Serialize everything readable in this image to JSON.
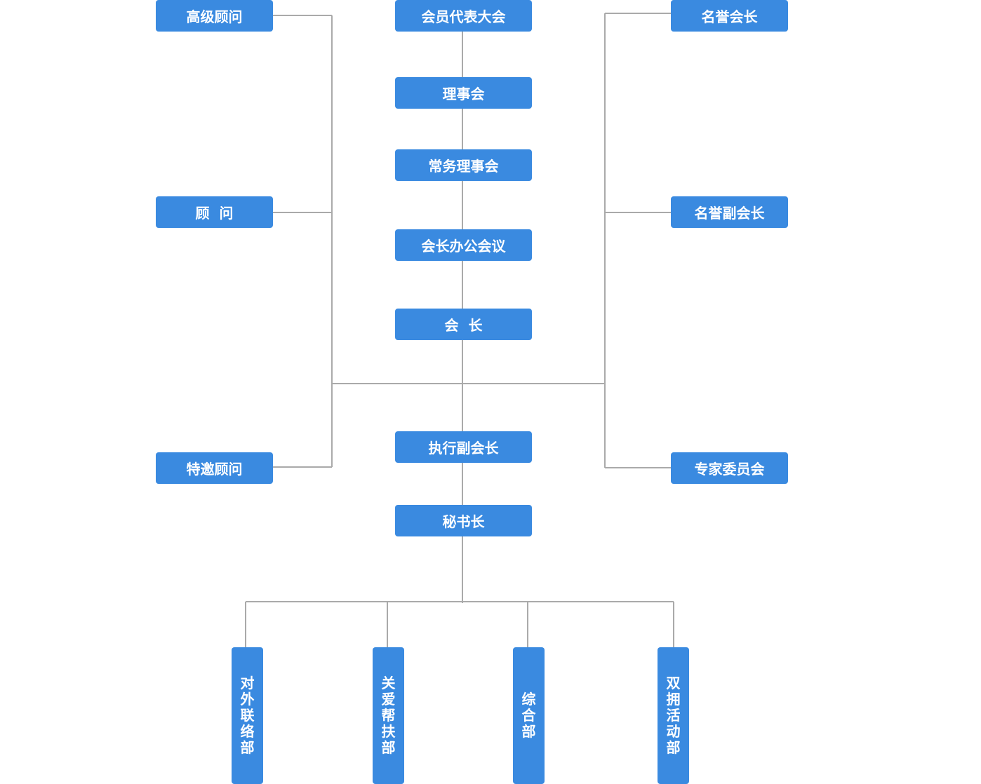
{
  "colors": {
    "node_fill": "#3a8ae0",
    "node_text": "#ffffff",
    "connector": "#aaaaaa",
    "background": "#ffffff"
  },
  "chain": {
    "assembly": "会员代表大会",
    "council": "理事会",
    "standing_council": "常务理事会",
    "president_office_meeting": "会长办公会议",
    "president": "会  长",
    "executive_vice_president": "执行副会长",
    "secretary_general": "秘书长"
  },
  "left": {
    "senior_advisor": "高级顾问",
    "advisor": "顾  问",
    "special_advisor": "特邀顾问"
  },
  "right": {
    "honorary_president": "名誉会长",
    "honorary_vice_president": "名誉副会长",
    "expert_committee": "专家委员会"
  },
  "departments": {
    "external_liaison": "对外联络部",
    "care_assistance": "关爱帮扶部",
    "general_affairs": "综合部",
    "support_activities": "双拥活动部"
  }
}
